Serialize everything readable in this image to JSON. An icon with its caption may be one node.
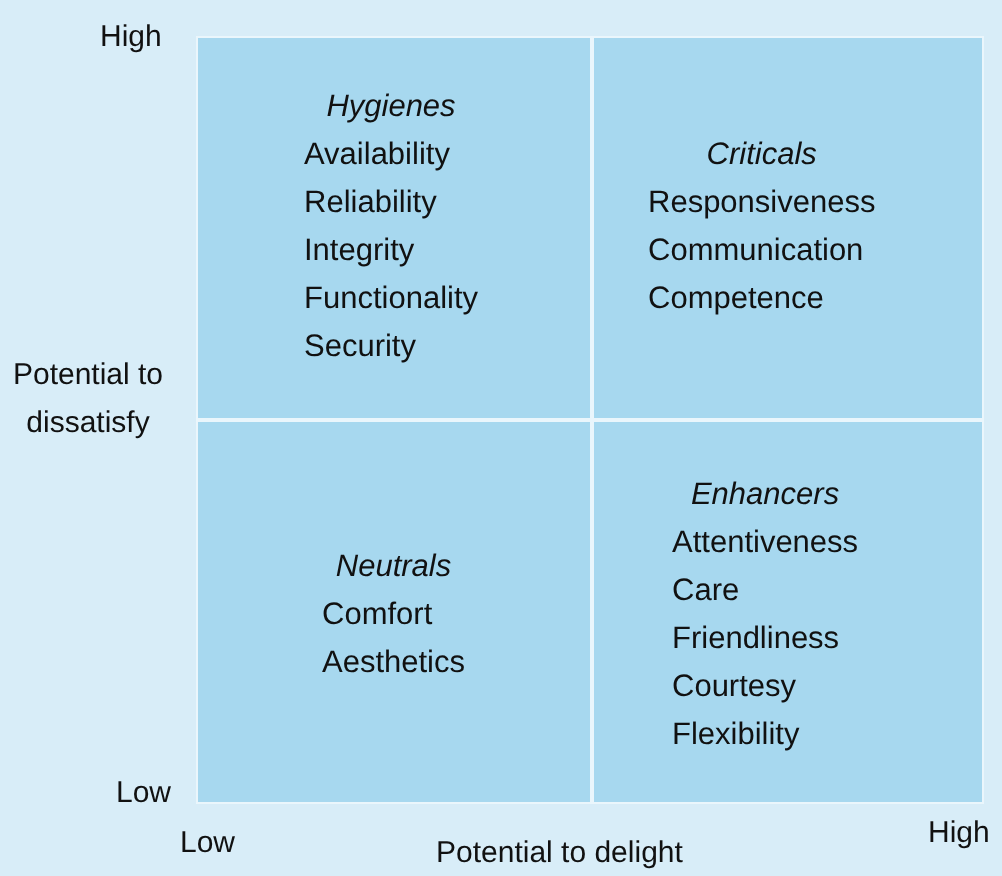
{
  "diagram": {
    "nodes": [
      {
        "text": [
          "Hygienes",
          "Availability",
          "Reliability",
          "Integrity",
          "Functionality",
          "Security"
        ]
      },
      {
        "text": [
          "Criticals",
          "Responsiveness",
          "Communication",
          "Competence"
        ]
      },
      {
        "text": [
          "Neutrals",
          "Comfort",
          "Aesthetics"
        ]
      },
      {
        "text": [
          "Enhancers",
          "Attentiveness",
          "Care",
          "Friendliness",
          "Courtesy",
          "Flexibility"
        ]
      }
    ],
    "labels": [
      "High",
      "Potential to dissatisfy",
      "Low",
      "Low",
      "Potential to delight",
      "High"
    ]
  }
}
